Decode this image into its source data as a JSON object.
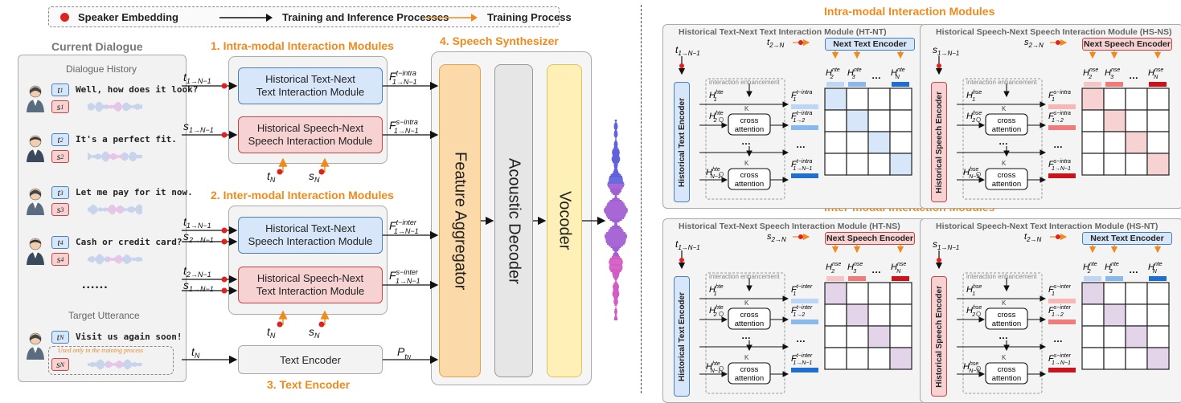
{
  "legend": {
    "speaker_embedding": "Speaker Embedding",
    "train_infer": "Training and Inference Processes",
    "train_only": "Training Process"
  },
  "dialogue": {
    "title": "Current Dialogue",
    "history_label": "Dialogue History",
    "target_label": "Target Utterance",
    "ellipsis": "......",
    "training_note": "Used only in the training process",
    "turns": [
      {
        "t": "t1",
        "s": "s1",
        "text": "Well, how does it look?"
      },
      {
        "t": "t2",
        "s": "s2",
        "text": "It's a perfect fit."
      },
      {
        "t": "t3",
        "s": "s3",
        "text": "Let me pay for it now."
      },
      {
        "t": "t4",
        "s": "s4",
        "text": "Cash or credit card?"
      }
    ],
    "target": {
      "t": "tN",
      "s": "sN",
      "text": "Visit us again soon!"
    }
  },
  "main": {
    "intra_title": "1. Intra-modal Interaction Modules",
    "inter_title": "2. Inter-modal Interaction Modules",
    "text_encoder_title": "3. Text Encoder",
    "synth_title": "4. Speech Synthesizer",
    "htnt_line1": "Historical Text-Next",
    "htnt_line2": "Text Interaction Module",
    "hsns_line1": "Historical Speech-Next",
    "hsns_line2": "Speech Interaction Module",
    "htns_line1": "Historical Text-Next",
    "htns_line2": "Speech Interaction Module",
    "hsnt_line1": "Historical Speech-Next",
    "hsnt_line2": "Text Interaction Module",
    "text_encoder": "Text Encoder",
    "feature_aggregator": "Feature Aggregator",
    "acoustic_decoder": "Acoustic Decoder",
    "vocoder": "Vocoder"
  },
  "right": {
    "intra_title": "Intra-modal Interaction Modules",
    "inter_title": "Inter-modal Interaction Modules",
    "htnt_title": "Historical Text-Next Text Interaction Module (HT-NT)",
    "hsns_title": "Historical Speech-Next Speech Interaction Module (HS-NS)",
    "htns_title": "Historical Text-Next Speech Interaction Module (HT-NS)",
    "hsnt_title": "Historical Speech-Next Text Interaction Module (HS-NT)",
    "next_text_encoder": "Next Text Encoder",
    "next_speech_encoder": "Next Speech Encoder",
    "hist_text_encoder": "Historical Text Encoder",
    "hist_speech_encoder": "Historical Speech Encoder",
    "interaction_enhancement": "interaction enhancement",
    "cross": "cross",
    "attention": "attention",
    "q": "Q",
    "k": "K",
    "dots": "..."
  },
  "colors": {
    "orange": "#f08a1c",
    "red_dot": "#e0221f",
    "blue_fill": "#d7e6f8",
    "blue_border": "#4a7fc0",
    "red_fill": "#f7d2d2",
    "red_border": "#c44",
    "aggregator": "#fbd9a8",
    "decoder": "#e6e6e6",
    "vocoder": "#fff0b8"
  }
}
